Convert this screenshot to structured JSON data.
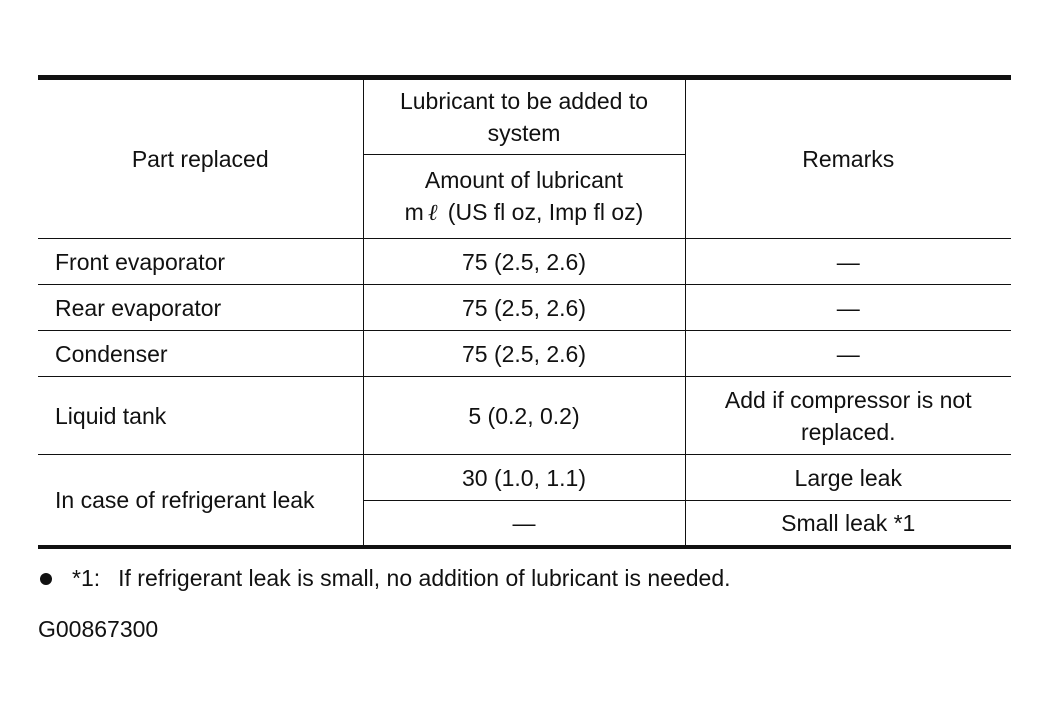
{
  "table": {
    "header": {
      "part_replaced": "Part replaced",
      "lubricant_group": "Lubricant to be added to system",
      "amount_line1": "Amount of lubricant",
      "amount_unit_m": "m",
      "amount_unit_l": "ℓ",
      "amount_units": "(US fl oz, Imp fl oz)",
      "remarks": "Remarks"
    },
    "rows": [
      {
        "part": "Front evaporator",
        "amount": "75 (2.5, 2.6)",
        "remarks": "—"
      },
      {
        "part": "Rear evaporator",
        "amount": "75 (2.5, 2.6)",
        "remarks": "—"
      },
      {
        "part": "Condenser",
        "amount": "75 (2.5, 2.6)",
        "remarks": "—"
      },
      {
        "part": "Liquid tank",
        "amount": "5 (0.2, 0.2)",
        "remarks": "Add if compressor is not replaced."
      }
    ],
    "leak": {
      "part": "In case of refrigerant leak",
      "large": {
        "amount": "30 (1.0, 1.1)",
        "remarks": "Large leak"
      },
      "small": {
        "amount": "—",
        "remarks": "Small leak *1"
      }
    }
  },
  "footnote": {
    "mark": "*1:",
    "text": "If refrigerant leak is small, no addition of lubricant is needed."
  },
  "figure_code": "G00867300"
}
